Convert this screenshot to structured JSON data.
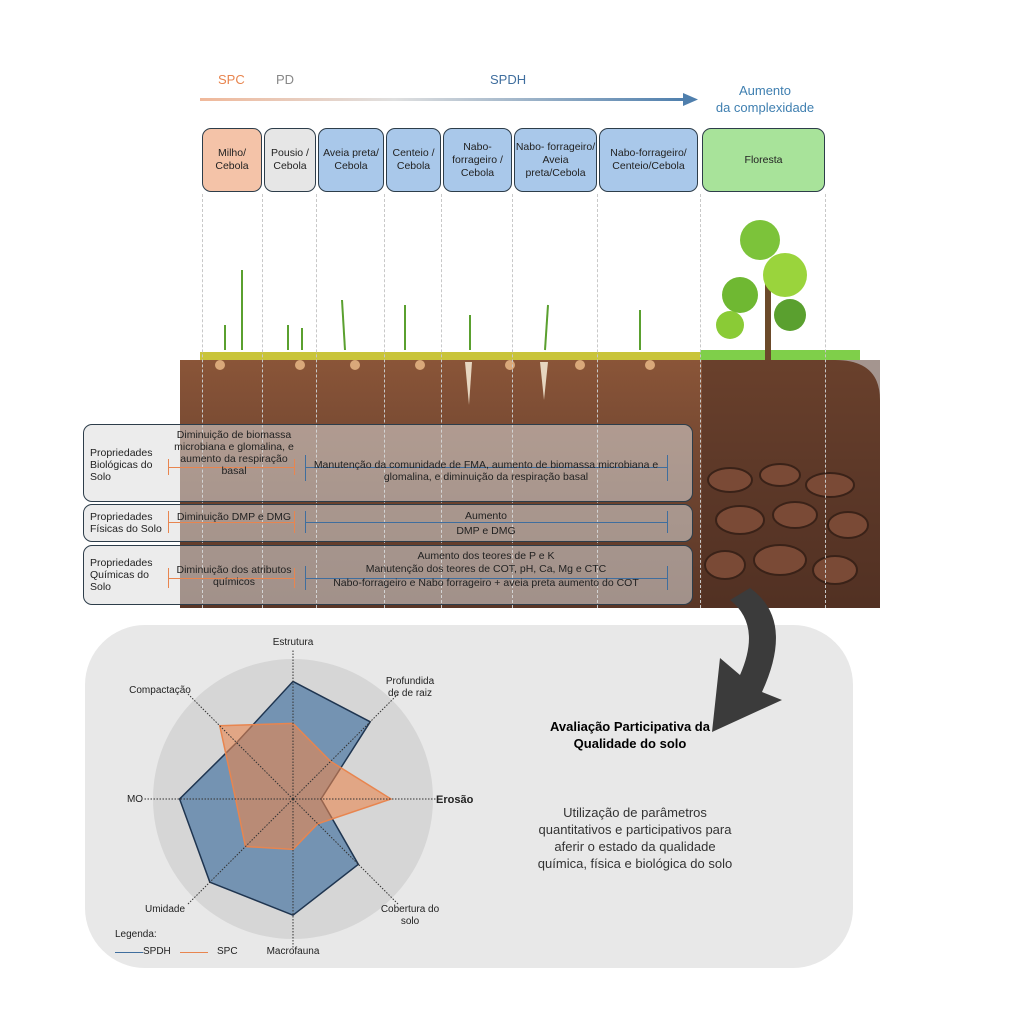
{
  "header": {
    "spc": "SPC",
    "pd": "PD",
    "spdh": "SPDH",
    "complexity_line1": "Aumento",
    "complexity_line2": "da complexidade"
  },
  "systems": [
    {
      "label": "Milho/ Cebola",
      "color": "#f4c3a8"
    },
    {
      "label": "Pousio / Cebola",
      "color": "#e6e6e6"
    },
    {
      "label": "Aveia preta/ Cebola",
      "color": "#a9c8ea"
    },
    {
      "label": "Centeio / Cebola",
      "color": "#a9c8ea"
    },
    {
      "label": "Nabo- forrageiro / Cebola",
      "color": "#a9c8ea"
    },
    {
      "label": "Nabo- forrageiro/ Aveia preta/Cebola",
      "color": "#a9c8ea"
    },
    {
      "label": "Nabo-forrageiro/ Centeio/Cebola",
      "color": "#a9c8ea"
    },
    {
      "label": "Floresta",
      "color": "#a8e39a"
    }
  ],
  "properties": {
    "bio": {
      "name": "Propriedades Biológicas do Solo",
      "spc": "Diminuição de biomassa microbiana e glomalina, e aumento da respiração basal",
      "spdh": "Manutenção da comunidade de FMA, aumento de biomassa microbiana e glomalina, e diminuição da respiração basal"
    },
    "fis": {
      "name": "Propriedades Físicas do Solo",
      "spc": "Diminuição DMP e DMG",
      "spdh_top": "Aumento",
      "spdh_bottom": "DMP e DMG"
    },
    "qui": {
      "name": "Propriedades Químicas do Solo",
      "spc": "Diminuição dos atributos químicos",
      "spdh_1": "Aumento dos teores de P e K",
      "spdh_2": "Manutenção dos teores de COT, pH, Ca, Mg e CTC",
      "spdh_3": "Nabo-forrageiro e Nabo forrageiro + aveia preta aumento do COT"
    }
  },
  "colors": {
    "spc": "#e8854f",
    "spdh": "#3f6e9e",
    "soil": "#7a4a32"
  },
  "assessment": {
    "title": "Avaliação Participativa da  Qualidade do solo",
    "description": "Utilização de parâmetros quantitativos e participativos para aferir o estado da qualidade química, física e biológica do solo"
  },
  "chart_data": {
    "type": "radar",
    "axes": [
      "Estrutura",
      "Profundida de de raiz",
      "Erosão",
      "Cobertura do solo",
      "Macrofauna",
      "Umidade",
      "MO",
      "Compactação"
    ],
    "range": [
      0,
      1
    ],
    "series": [
      {
        "name": "SPDH",
        "color": "#3f6e9e",
        "values": [
          0.84,
          0.78,
          0.2,
          0.66,
          0.83,
          0.84,
          0.81,
          0.57
        ]
      },
      {
        "name": "SPC",
        "color": "#e8854f",
        "values": [
          0.54,
          0.38,
          0.7,
          0.25,
          0.36,
          0.48,
          0.41,
          0.74
        ]
      }
    ],
    "legend_title": "Legenda:",
    "legend_position": "bottom-left"
  }
}
